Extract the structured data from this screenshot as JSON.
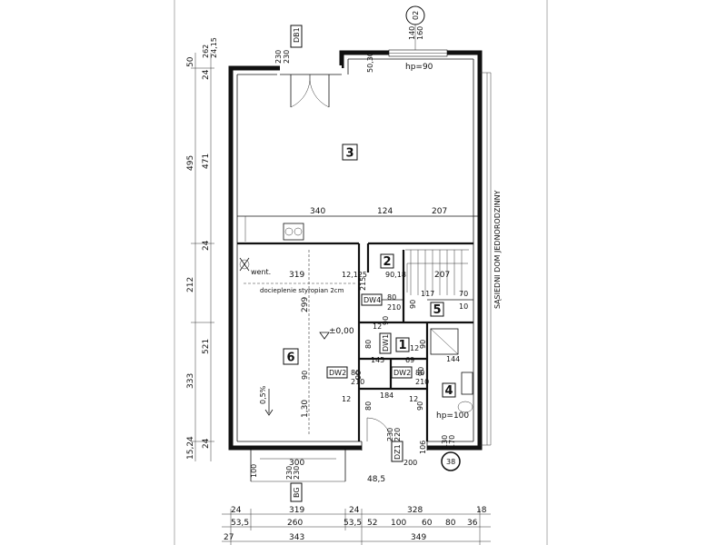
{
  "rooms": {
    "r1": "1",
    "r2": "2",
    "r3": "3",
    "r4": "4",
    "r5": "5",
    "r6": "6"
  },
  "tags": {
    "db1": "DB1",
    "dw4": "DW4",
    "dw1": "DW1",
    "dw2a": "DW2",
    "dw2b": "DW2",
    "dz1": "DZ1",
    "bg": "BG",
    "axis_02": "02",
    "axis_bottom": "38"
  },
  "notes": {
    "hp90": "hp=90",
    "hp100": "hp=100",
    "went": "went.",
    "insulation": "docieplenie styropian 2cm",
    "level": "±0,00",
    "slope": "0,5%",
    "neighbor": "SĄSIEDNI DOM JEDNORODZINNY"
  },
  "dims": {
    "left_outer": [
      "50",
      "495",
      "212",
      "333",
      "15,24"
    ],
    "left_inner": [
      "24",
      "471",
      "24",
      "521",
      "24"
    ],
    "left_top_small": "262",
    "left_top_small2": "24,15",
    "top_db1": [
      "230",
      "230"
    ],
    "top_window": [
      "140",
      "160"
    ],
    "top_50_30": "50,30",
    "row_340": "340",
    "row_124": "124",
    "row_207": "207",
    "row_319": "319",
    "row_12_125": "12,125",
    "row_90_18": "90,18",
    "row_207b": "207",
    "row_215": "215",
    "row_80_210a": [
      "80",
      "210"
    ],
    "row_90a": "90",
    "row_117": "117",
    "row_70_10": [
      "70",
      "10"
    ],
    "row_90b": "90",
    "row_299": "299",
    "row_12a": "12",
    "row_12b": "12",
    "row_80b": "80",
    "row_144": "144",
    "row_145": "145",
    "row_69": "69",
    "row_90c": "90",
    "row_90d": "90",
    "row_80_210b": [
      "80",
      "210"
    ],
    "row_80_210c": [
      "80",
      "210"
    ],
    "row_130": "1,30",
    "row_184": "184",
    "row_12c": "12",
    "row_12d": "12",
    "row_80c": "80",
    "row_90e": "90",
    "row_230_220": [
      "230",
      "220"
    ],
    "row_106": "106",
    "row_200": "200",
    "row_130_170": [
      "130",
      "170"
    ],
    "row_300": "300",
    "row_230_bg": [
      "230",
      "230"
    ],
    "row_100": "100",
    "row_48_5": "48,5",
    "bottom_row1": [
      "24",
      "319",
      "24",
      "328",
      "18"
    ],
    "bottom_row2": [
      "53,5",
      "260",
      "53,5",
      "52",
      "100",
      "60",
      "80",
      "36"
    ],
    "bottom_row3": [
      "27",
      "343",
      "349"
    ]
  }
}
